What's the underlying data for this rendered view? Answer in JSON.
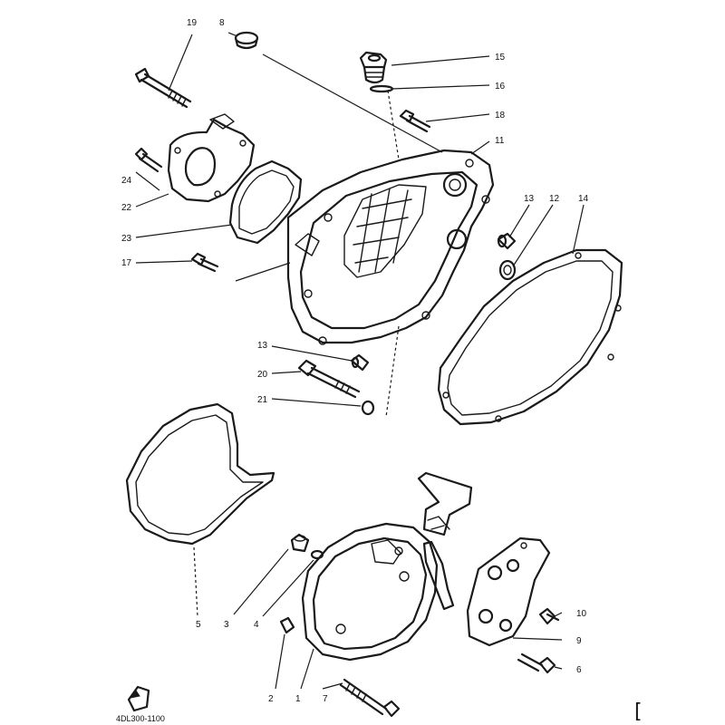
{
  "diagram": {
    "catalog_code": "4DL300-1100",
    "corner_mark": "[",
    "callouts": [
      {
        "id": "c1",
        "text": "1"
      },
      {
        "id": "c2",
        "text": "2"
      },
      {
        "id": "c3",
        "text": "3"
      },
      {
        "id": "c4",
        "text": "4"
      },
      {
        "id": "c5",
        "text": "5"
      },
      {
        "id": "c6",
        "text": "6"
      },
      {
        "id": "c7",
        "text": "7"
      },
      {
        "id": "c8",
        "text": "8"
      },
      {
        "id": "c9",
        "text": "9"
      },
      {
        "id": "c10",
        "text": "10"
      },
      {
        "id": "c11",
        "text": "11"
      },
      {
        "id": "c12",
        "text": "12"
      },
      {
        "id": "c13a",
        "text": "13"
      },
      {
        "id": "c13b",
        "text": "13"
      },
      {
        "id": "c14",
        "text": "14"
      },
      {
        "id": "c15",
        "text": "15"
      },
      {
        "id": "c16",
        "text": "16"
      },
      {
        "id": "c17",
        "text": "17"
      },
      {
        "id": "c18",
        "text": "18"
      },
      {
        "id": "c19",
        "text": "19"
      },
      {
        "id": "c20",
        "text": "20"
      },
      {
        "id": "c21",
        "text": "21"
      },
      {
        "id": "c22",
        "text": "22"
      },
      {
        "id": "c23",
        "text": "23"
      },
      {
        "id": "c24",
        "text": "24"
      }
    ],
    "icon": "front-direction-arrow-icon"
  }
}
